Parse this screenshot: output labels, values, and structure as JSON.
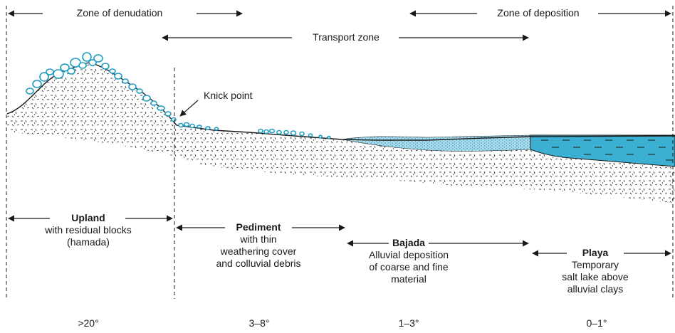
{
  "zones": {
    "denudation": "Zone of denudation",
    "transport": "Transport zone",
    "deposition": "Zone of deposition"
  },
  "knick_point": "Knick point",
  "landforms": [
    {
      "name": "Upland",
      "desc": [
        "with residual blocks",
        "(hamada)"
      ],
      "slope": ">20°"
    },
    {
      "name": "Pediment",
      "desc": [
        "with thin",
        "weathering cover",
        "and colluvial debris"
      ],
      "slope": "3–8°"
    },
    {
      "name": "Bajada",
      "desc": [
        "Alluvial deposition",
        "of coarse and fine",
        "material"
      ],
      "slope": "1–3°"
    },
    {
      "name": "Playa",
      "desc": [
        "Temporary",
        "salt lake above",
        "alluvial clays"
      ],
      "slope": "0–1°"
    }
  ],
  "colors": {
    "line": "#1a1a1a",
    "boulder": "#1e9cc0",
    "fine_sediment": "#a8dcef",
    "playa_water": "#3bb0d3",
    "speckle": "#333333"
  }
}
